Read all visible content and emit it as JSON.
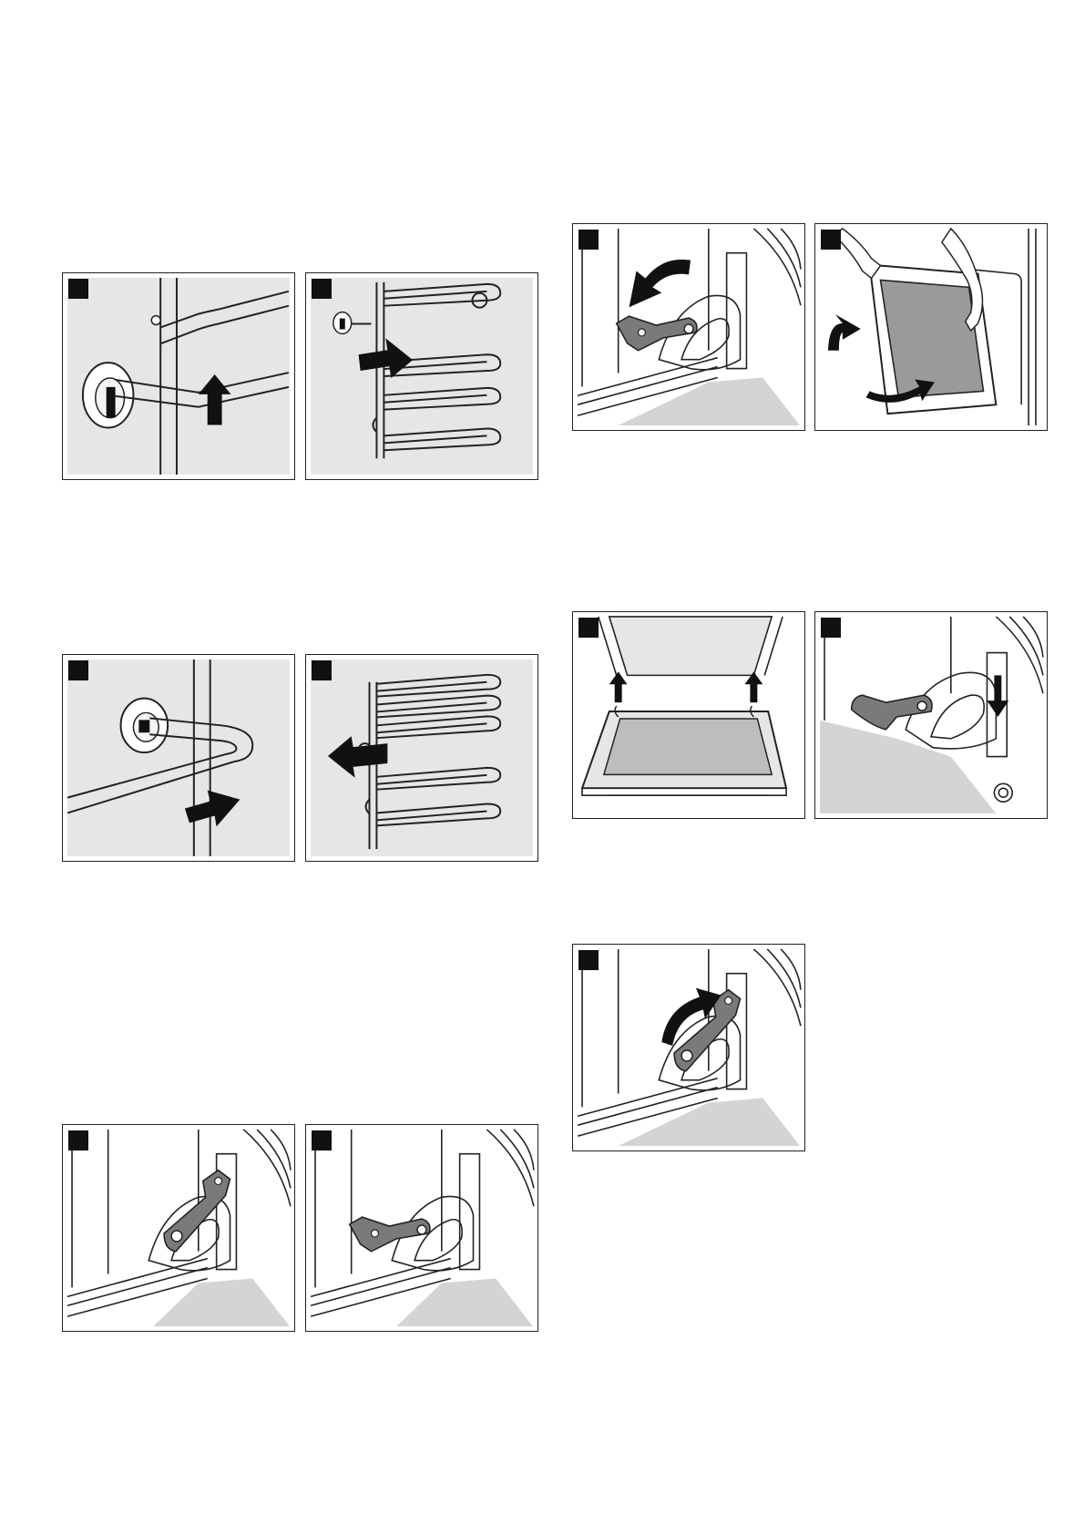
{
  "page": {
    "description_free": true
  },
  "panels": [
    {
      "id": "remove-rail-lift",
      "icon": "rail-hook-lift-icon"
    },
    {
      "id": "remove-rail-pull",
      "icon": "shelf-rail-pull-icon"
    },
    {
      "id": "fit-rail-push",
      "icon": "rail-hook-push-icon"
    },
    {
      "id": "fit-rail-insert",
      "icon": "shelf-rail-insert-icon"
    },
    {
      "id": "hinge-lever-up",
      "icon": "hinge-lever-up-icon"
    },
    {
      "id": "hinge-lever-folded",
      "icon": "hinge-lever-folded-icon"
    },
    {
      "id": "hinge-lever-fold-down",
      "icon": "hinge-lever-rotate-icon"
    },
    {
      "id": "door-lift-off",
      "icon": "door-lift-icon"
    },
    {
      "id": "door-refit",
      "icon": "door-refit-icon"
    },
    {
      "id": "hinge-lever-press-down",
      "icon": "hinge-lever-down-icon"
    },
    {
      "id": "hinge-lever-fold-up",
      "icon": "hinge-lever-up-rotate-icon"
    }
  ],
  "colors": {
    "panel_fill": "#e6e6e6",
    "lever_fill": "#7a7a7a",
    "floor_fill": "#d4d4d4",
    "line": "#222222"
  }
}
